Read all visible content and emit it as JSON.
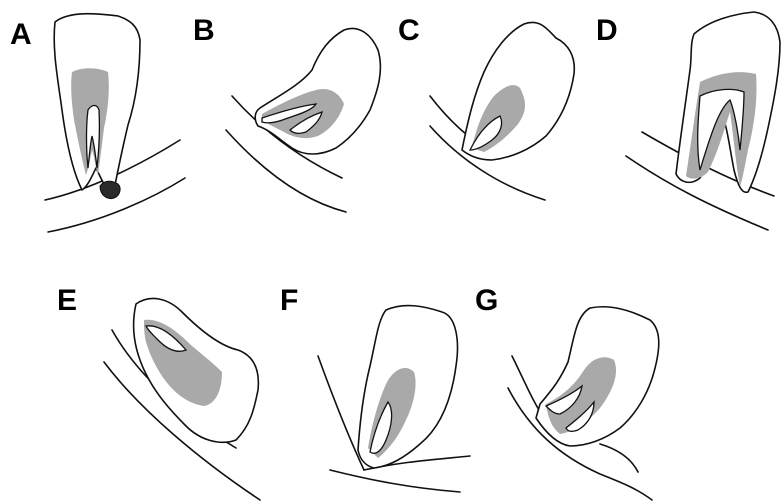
{
  "panels": [
    {
      "id": "A",
      "label": "A"
    },
    {
      "id": "B",
      "label": "B"
    },
    {
      "id": "C",
      "label": "C"
    },
    {
      "id": "D",
      "label": "D"
    },
    {
      "id": "E",
      "label": "E"
    },
    {
      "id": "F",
      "label": "F"
    },
    {
      "id": "G",
      "label": "G"
    }
  ],
  "colors": {
    "outline": "#111111",
    "pulp": "#a9a9a9",
    "lesion": "#2a2a2a",
    "background": "#ffffff"
  }
}
